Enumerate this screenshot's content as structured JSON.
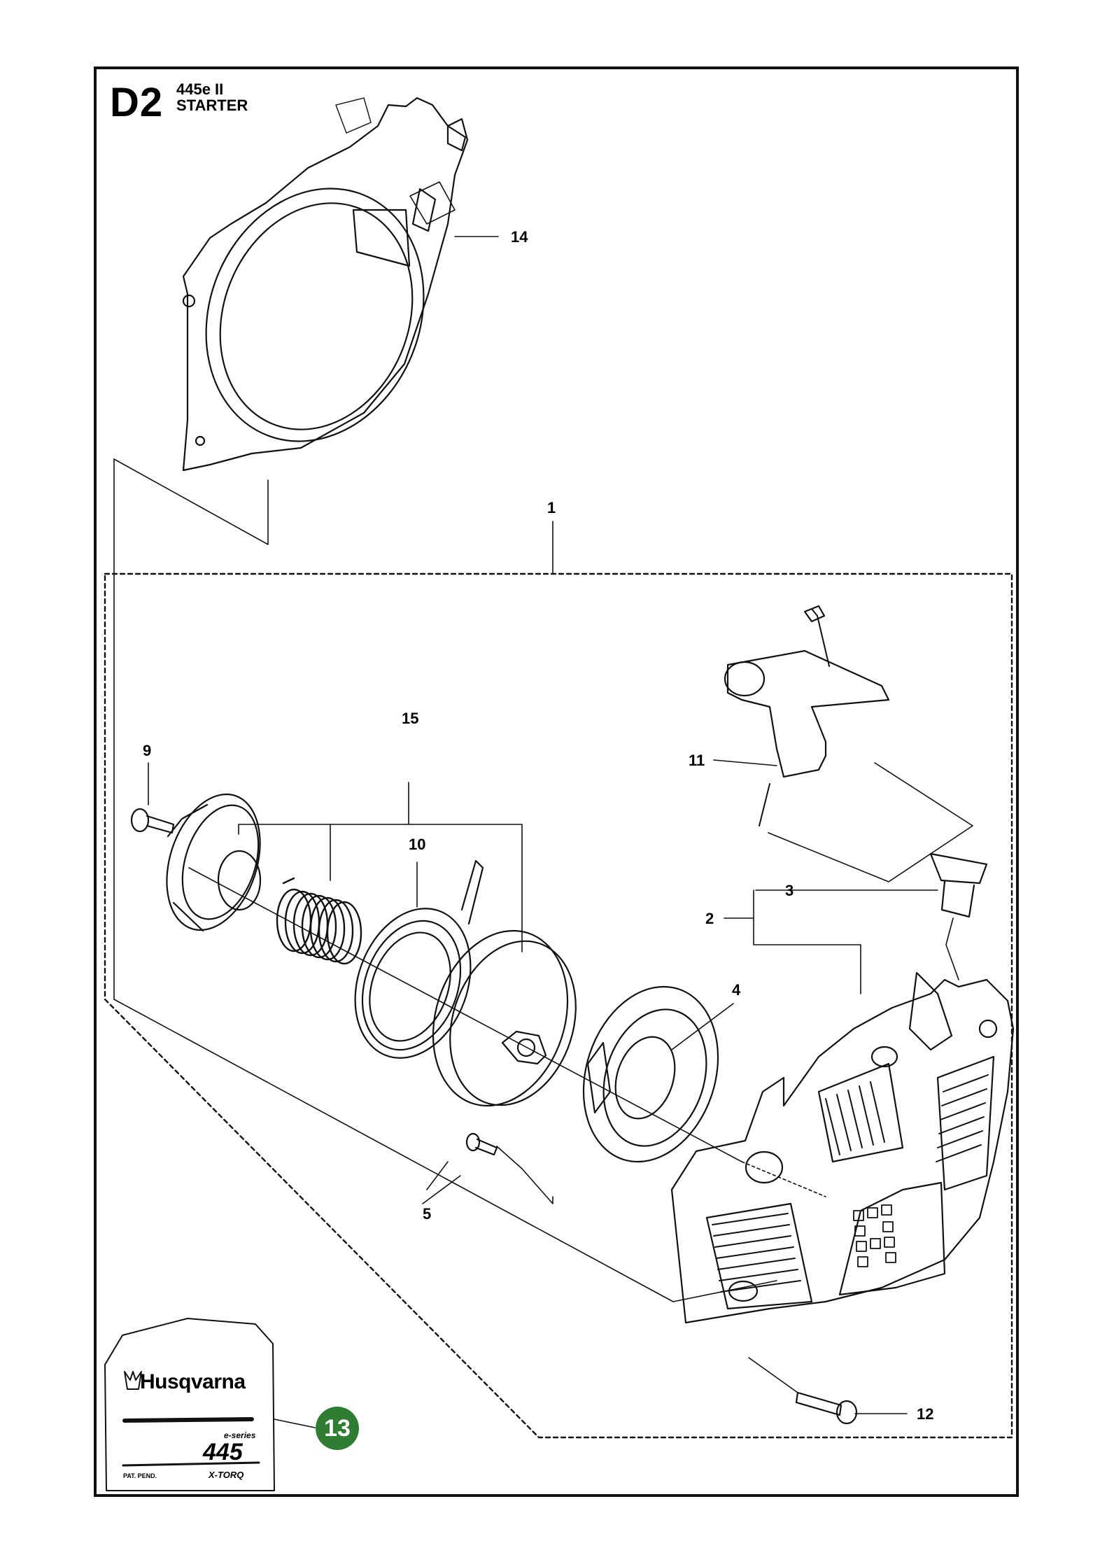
{
  "header": {
    "section_code": "D2",
    "model": "445e II",
    "group": "STARTER"
  },
  "callouts": [
    "14",
    "1",
    "15",
    "9",
    "10",
    "11",
    "3",
    "2",
    "4",
    "5",
    "12"
  ],
  "page_badge": "13",
  "nameplate": {
    "brand": "Husqvarna",
    "series": "e-series",
    "model_number": "445",
    "patent_text": "PAT. PEND.",
    "engine": "X-TORQ"
  },
  "colors": {
    "badge_green": "#2e7d32",
    "ink": "#111111"
  }
}
